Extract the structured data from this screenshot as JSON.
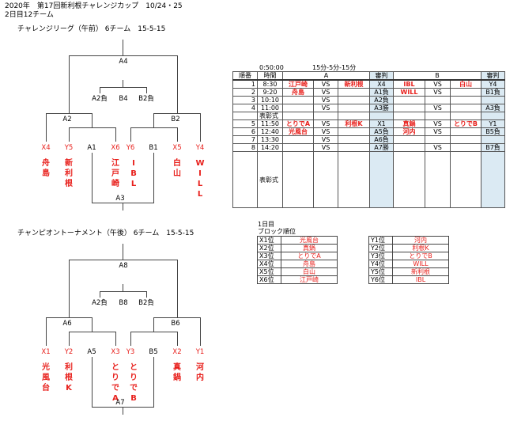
{
  "header": {
    "title": "2020年　第17回新利根チャレンジカップ　10/24・25",
    "subtitle": "2日目12チーム"
  },
  "league": {
    "title": "チャレンジリーグ（午前）  6チーム　15-5-15",
    "top": "A4",
    "mid": [
      "A2負",
      "B4",
      "B2負"
    ],
    "left_node": "A2",
    "right_node": "B2",
    "bottom": "A3",
    "slots": [
      {
        "code": "X4",
        "team": "舟島",
        "red": true
      },
      {
        "code": "Y5",
        "team": "新利根",
        "red": true
      },
      {
        "code": "A1",
        "team": "",
        "red": false
      },
      {
        "code": "X6",
        "team": "江戸崎",
        "red": true
      },
      {
        "code": "Y6",
        "team": "IBL",
        "red": true
      },
      {
        "code": "B1",
        "team": "",
        "red": false
      },
      {
        "code": "X5",
        "team": "白山",
        "red": true
      },
      {
        "code": "Y4",
        "team": "WILL",
        "red": true
      }
    ]
  },
  "tournament": {
    "title": "チャンピオントーナメント（午後）  6チーム　15-5-15",
    "top": "A8",
    "mid": [
      "A2負",
      "B8",
      "B2負"
    ],
    "left_node": "A6",
    "right_node": "B6",
    "bottom": "A7",
    "slots": [
      {
        "code": "X1",
        "team": "光風台",
        "red": true
      },
      {
        "code": "Y2",
        "team": "利根K",
        "red": true
      },
      {
        "code": "A5",
        "team": "",
        "red": false
      },
      {
        "code": "X3",
        "team": "とりでA",
        "red": true
      },
      {
        "code": "Y3",
        "team": "とりでB",
        "red": true
      },
      {
        "code": "B5",
        "team": "",
        "red": false
      },
      {
        "code": "X2",
        "team": "真鍋",
        "red": true
      },
      {
        "code": "Y1",
        "team": "河内",
        "red": true
      }
    ]
  },
  "schedule": {
    "duration": "0:50:00",
    "format": "15分-5分-15分",
    "headers": {
      "order": "順番",
      "time": "時間",
      "a": "A",
      "ref": "審判",
      "b": "B"
    },
    "rows": [
      {
        "no": "1",
        "time": "8:30",
        "a1": "江戸崎",
        "vsa": "VS",
        "a2": "新利根",
        "refa": "X4",
        "b1": "IBL",
        "vsb": "VS",
        "b2": "白山",
        "refb": "Y4"
      },
      {
        "no": "2",
        "time": "9:20",
        "a1": "舟島",
        "vsa": "VS",
        "a2": "",
        "refa": "A1負",
        "b1": "WILL",
        "vsb": "VS",
        "b2": "",
        "refb": "B1負"
      },
      {
        "no": "3",
        "time": "10:10",
        "a1": "",
        "vsa": "VS",
        "a2": "",
        "refa": "A2負",
        "b1": "",
        "vsb": "",
        "b2": "",
        "refb": ""
      },
      {
        "no": "4",
        "time": "11:00",
        "a1": "",
        "vsa": "VS",
        "a2": "",
        "refa": "A3勝",
        "b1": "",
        "vsb": "VS",
        "b2": "",
        "refb": "A3負"
      },
      {
        "no": "",
        "time": "表彰式",
        "a1": "",
        "vsa": "",
        "a2": "",
        "refa": "",
        "b1": "",
        "vsb": "",
        "b2": "",
        "refb": ""
      },
      {
        "no": "5",
        "time": "11:50",
        "a1": "とりでA",
        "vsa": "VS",
        "a2": "利根K",
        "refa": "X1",
        "b1": "真鍋",
        "vsb": "VS",
        "b2": "とりでB",
        "refb": "Y1"
      },
      {
        "no": "6",
        "time": "12:40",
        "a1": "光風台",
        "vsa": "VS",
        "a2": "",
        "refa": "A5負",
        "b1": "河内",
        "vsb": "VS",
        "b2": "",
        "refb": "B5負"
      },
      {
        "no": "7",
        "time": "13:30",
        "a1": "",
        "vsa": "VS",
        "a2": "",
        "refa": "A6負",
        "b1": "",
        "vsb": "",
        "b2": "",
        "refb": ""
      },
      {
        "no": "8",
        "time": "14:20",
        "a1": "",
        "vsa": "VS",
        "a2": "",
        "refa": "A7勝",
        "b1": "",
        "vsb": "VS",
        "b2": "",
        "refb": "B7負"
      }
    ],
    "ceremony": "表彰式"
  },
  "ranking": {
    "day": "1日目",
    "title": "ブロック順位",
    "x": [
      {
        "pos": "X1位",
        "team": "光風台"
      },
      {
        "pos": "X2位",
        "team": "真鍋"
      },
      {
        "pos": "X3位",
        "team": "とりでA"
      },
      {
        "pos": "X4位",
        "team": "舟島"
      },
      {
        "pos": "X5位",
        "team": "白山"
      },
      {
        "pos": "X6位",
        "team": "江戸崎"
      }
    ],
    "y": [
      {
        "pos": "Y1位",
        "team": "河内"
      },
      {
        "pos": "Y2位",
        "team": "利根K"
      },
      {
        "pos": "Y3位",
        "team": "とりでB"
      },
      {
        "pos": "Y4位",
        "team": "WILL"
      },
      {
        "pos": "Y5位",
        "team": "新利根"
      },
      {
        "pos": "Y6位",
        "team": "IBL"
      }
    ]
  },
  "colors": {
    "accent_red": "#e8201c",
    "ref_bg": "#dbeaf3"
  }
}
